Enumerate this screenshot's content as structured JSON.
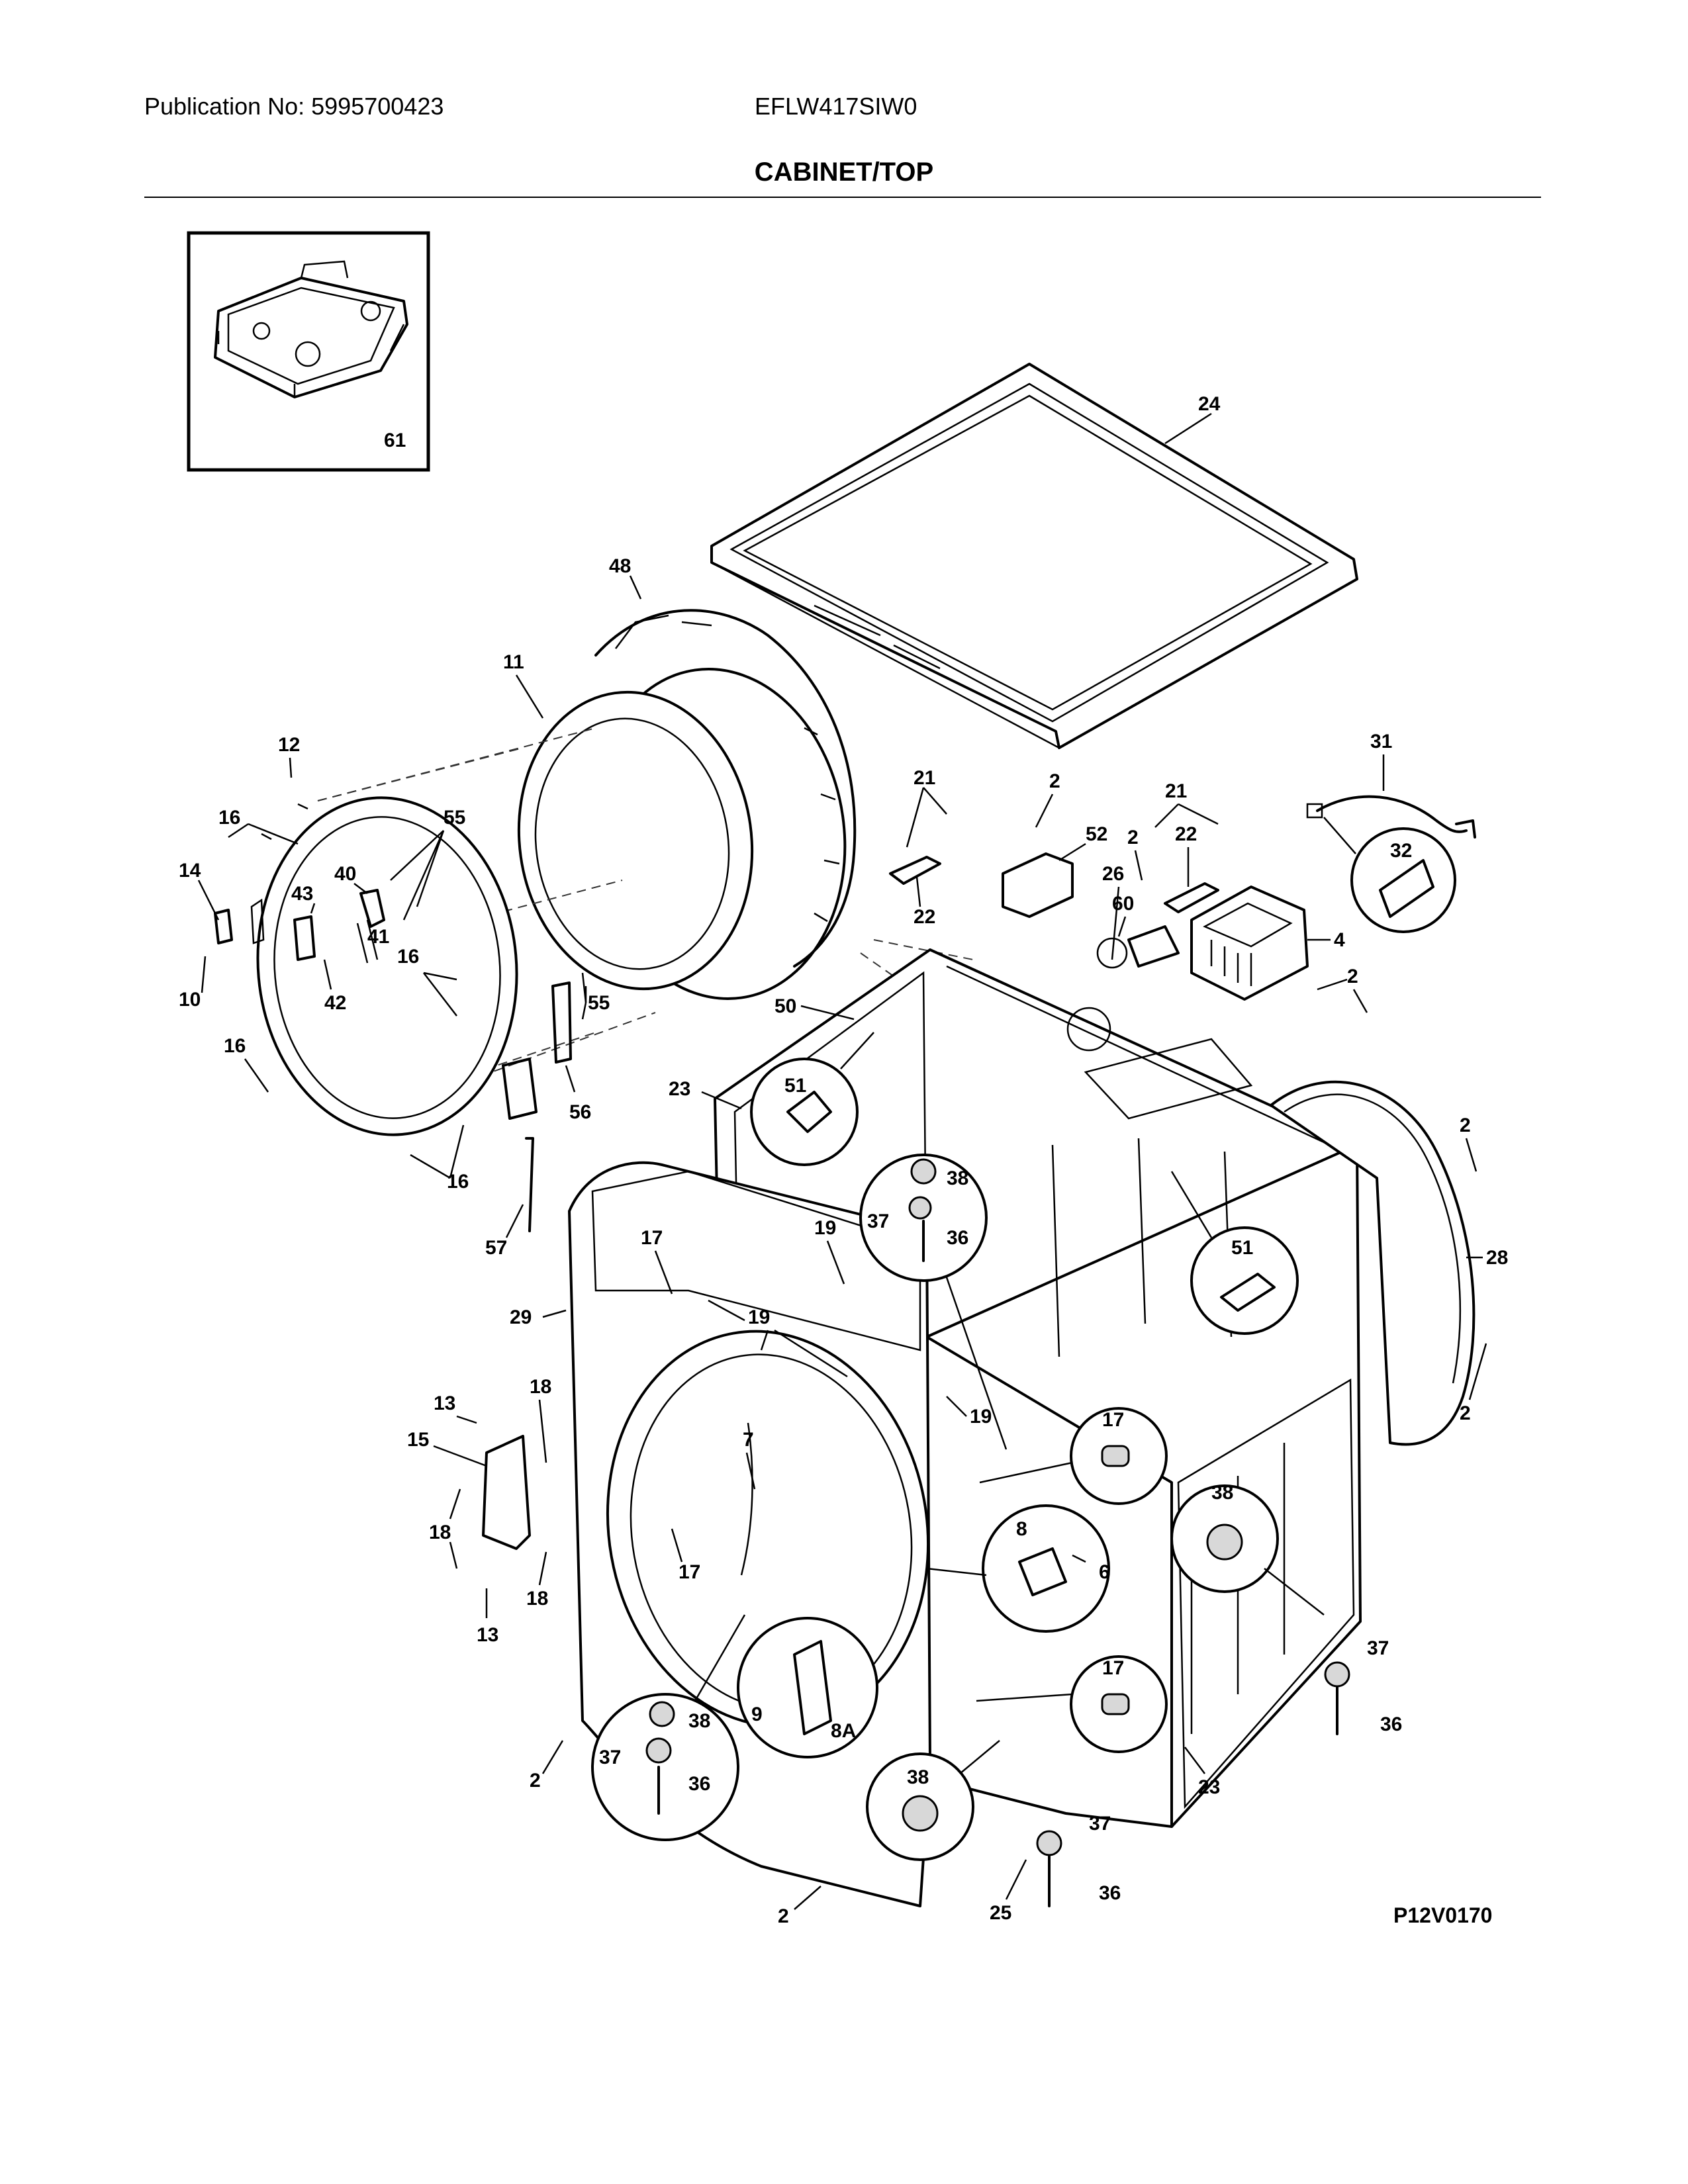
{
  "header": {
    "publication": "Publication No: 5995700423",
    "model": "EFLW417SIW0",
    "title": "CABINET/TOP"
  },
  "footer": {
    "figure_code": "P12V0170"
  },
  "callouts": {
    "c61": "61",
    "c24": "24",
    "c48": "48",
    "c11": "11",
    "c12": "12",
    "c31": "31",
    "c32": "32",
    "c21a": "21",
    "c21b": "21",
    "c2a": "2",
    "c2b": "2",
    "c2c": "2",
    "c2d": "2",
    "c2e": "2",
    "c2f": "2",
    "c2g": "2",
    "c52": "52",
    "c22a": "22",
    "c22b": "22",
    "c26": "26",
    "c60": "60",
    "c4": "4",
    "c16a": "16",
    "c16b": "16",
    "c16c": "16",
    "c16d": "16",
    "c55a": "55",
    "c55b": "55",
    "c14": "14",
    "c40": "40",
    "c43": "43",
    "c41": "41",
    "c42": "42",
    "c10": "10",
    "c50": "50",
    "c51a": "51",
    "c51b": "51",
    "c23a": "23",
    "c23b": "23",
    "c38a": "38",
    "c38b": "38",
    "c38c": "38",
    "c38d": "38",
    "c37a": "37",
    "c37b": "37",
    "c37c": "37",
    "c37d": "37",
    "c36a": "36",
    "c36b": "36",
    "c36c": "36",
    "c36d": "36",
    "c56": "56",
    "c57": "57",
    "c28": "28",
    "c29": "29",
    "c17a": "17",
    "c17b": "17",
    "c17c": "17",
    "c17d": "17",
    "c19a": "19",
    "c19b": "19",
    "c19c": "19",
    "c13a": "13",
    "c13b": "13",
    "c15": "15",
    "c18a": "18",
    "c18b": "18",
    "c18c": "18",
    "c7": "7",
    "c8": "8",
    "c6": "6",
    "c9": "9",
    "c8a": "8A",
    "c25": "25"
  }
}
